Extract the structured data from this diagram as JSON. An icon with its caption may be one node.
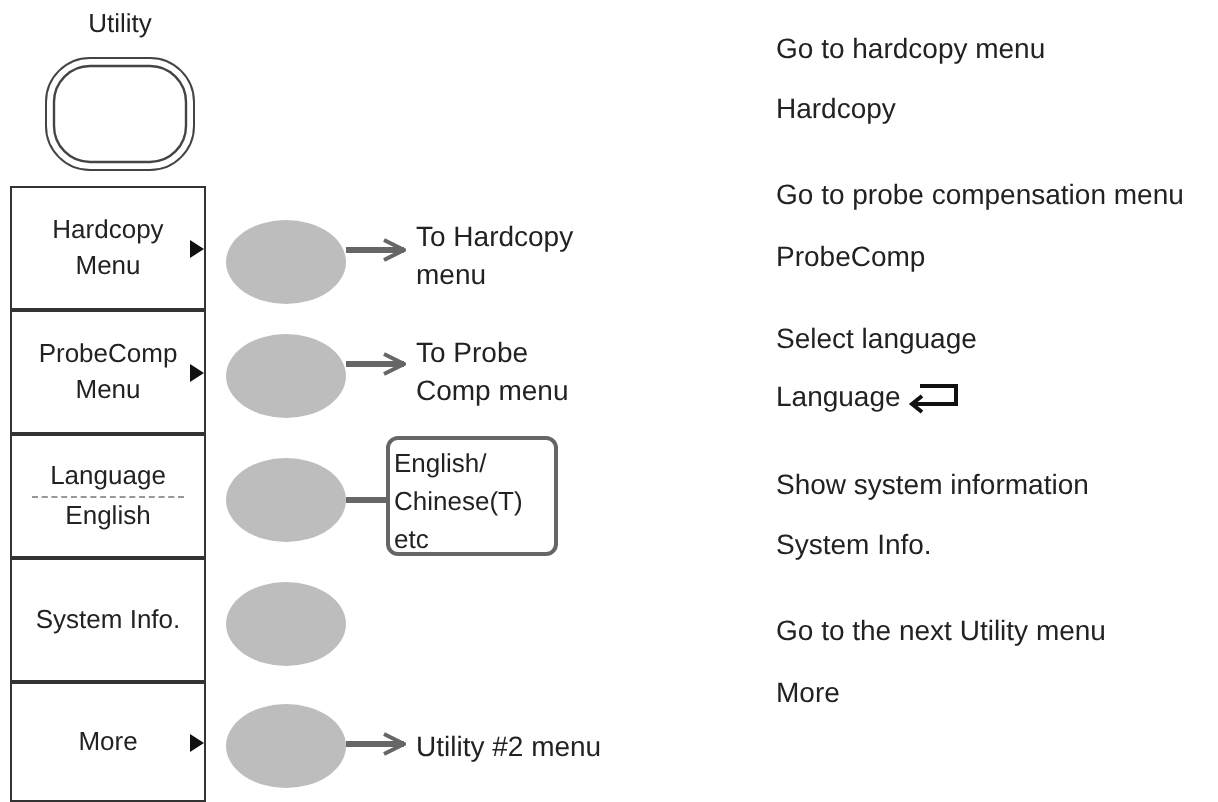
{
  "diagram": {
    "nodes": [
      {
        "text": [
          "Utility"
        ]
      },
      {
        "text": [
          "Hardcopy Menu"
        ]
      },
      {
        "text": [
          "ProbeComp Menu"
        ]
      },
      {
        "text": [
          "Language",
          "English"
        ]
      },
      {
        "text": [
          "System Info."
        ]
      },
      {
        "text": [
          "More"
        ]
      },
      {
        "text": [],
        "shape": "ellipse"
      },
      {
        "text": [],
        "shape": "ellipse"
      },
      {
        "text": [],
        "shape": "ellipse"
      },
      {
        "text": [],
        "shape": "ellipse"
      },
      {
        "text": [],
        "shape": "ellipse"
      },
      {
        "text": [
          "To Hardcopy menu"
        ]
      },
      {
        "text": [
          "To Probe Comp menu"
        ]
      },
      {
        "text": [
          "English/ Chinese(T) etc"
        ]
      },
      {
        "text": [
          "Utility #2 menu"
        ]
      }
    ],
    "edges": [
      {
        "from": 6,
        "to": 11,
        "arrow": "to"
      },
      {
        "from": 7,
        "to": 12,
        "arrow": "to"
      },
      {
        "from": 8,
        "to": 13,
        "arrow": "none"
      },
      {
        "from": 10,
        "to": 14,
        "arrow": "to"
      }
    ],
    "labels": [
      "Go to hardcopy menu",
      "Hardcopy",
      "Go to probe compensation menu",
      "ProbeComp",
      "Select language",
      "Language",
      "Show system information",
      "System Info.",
      "Go to the next Utility menu",
      "More"
    ]
  }
}
